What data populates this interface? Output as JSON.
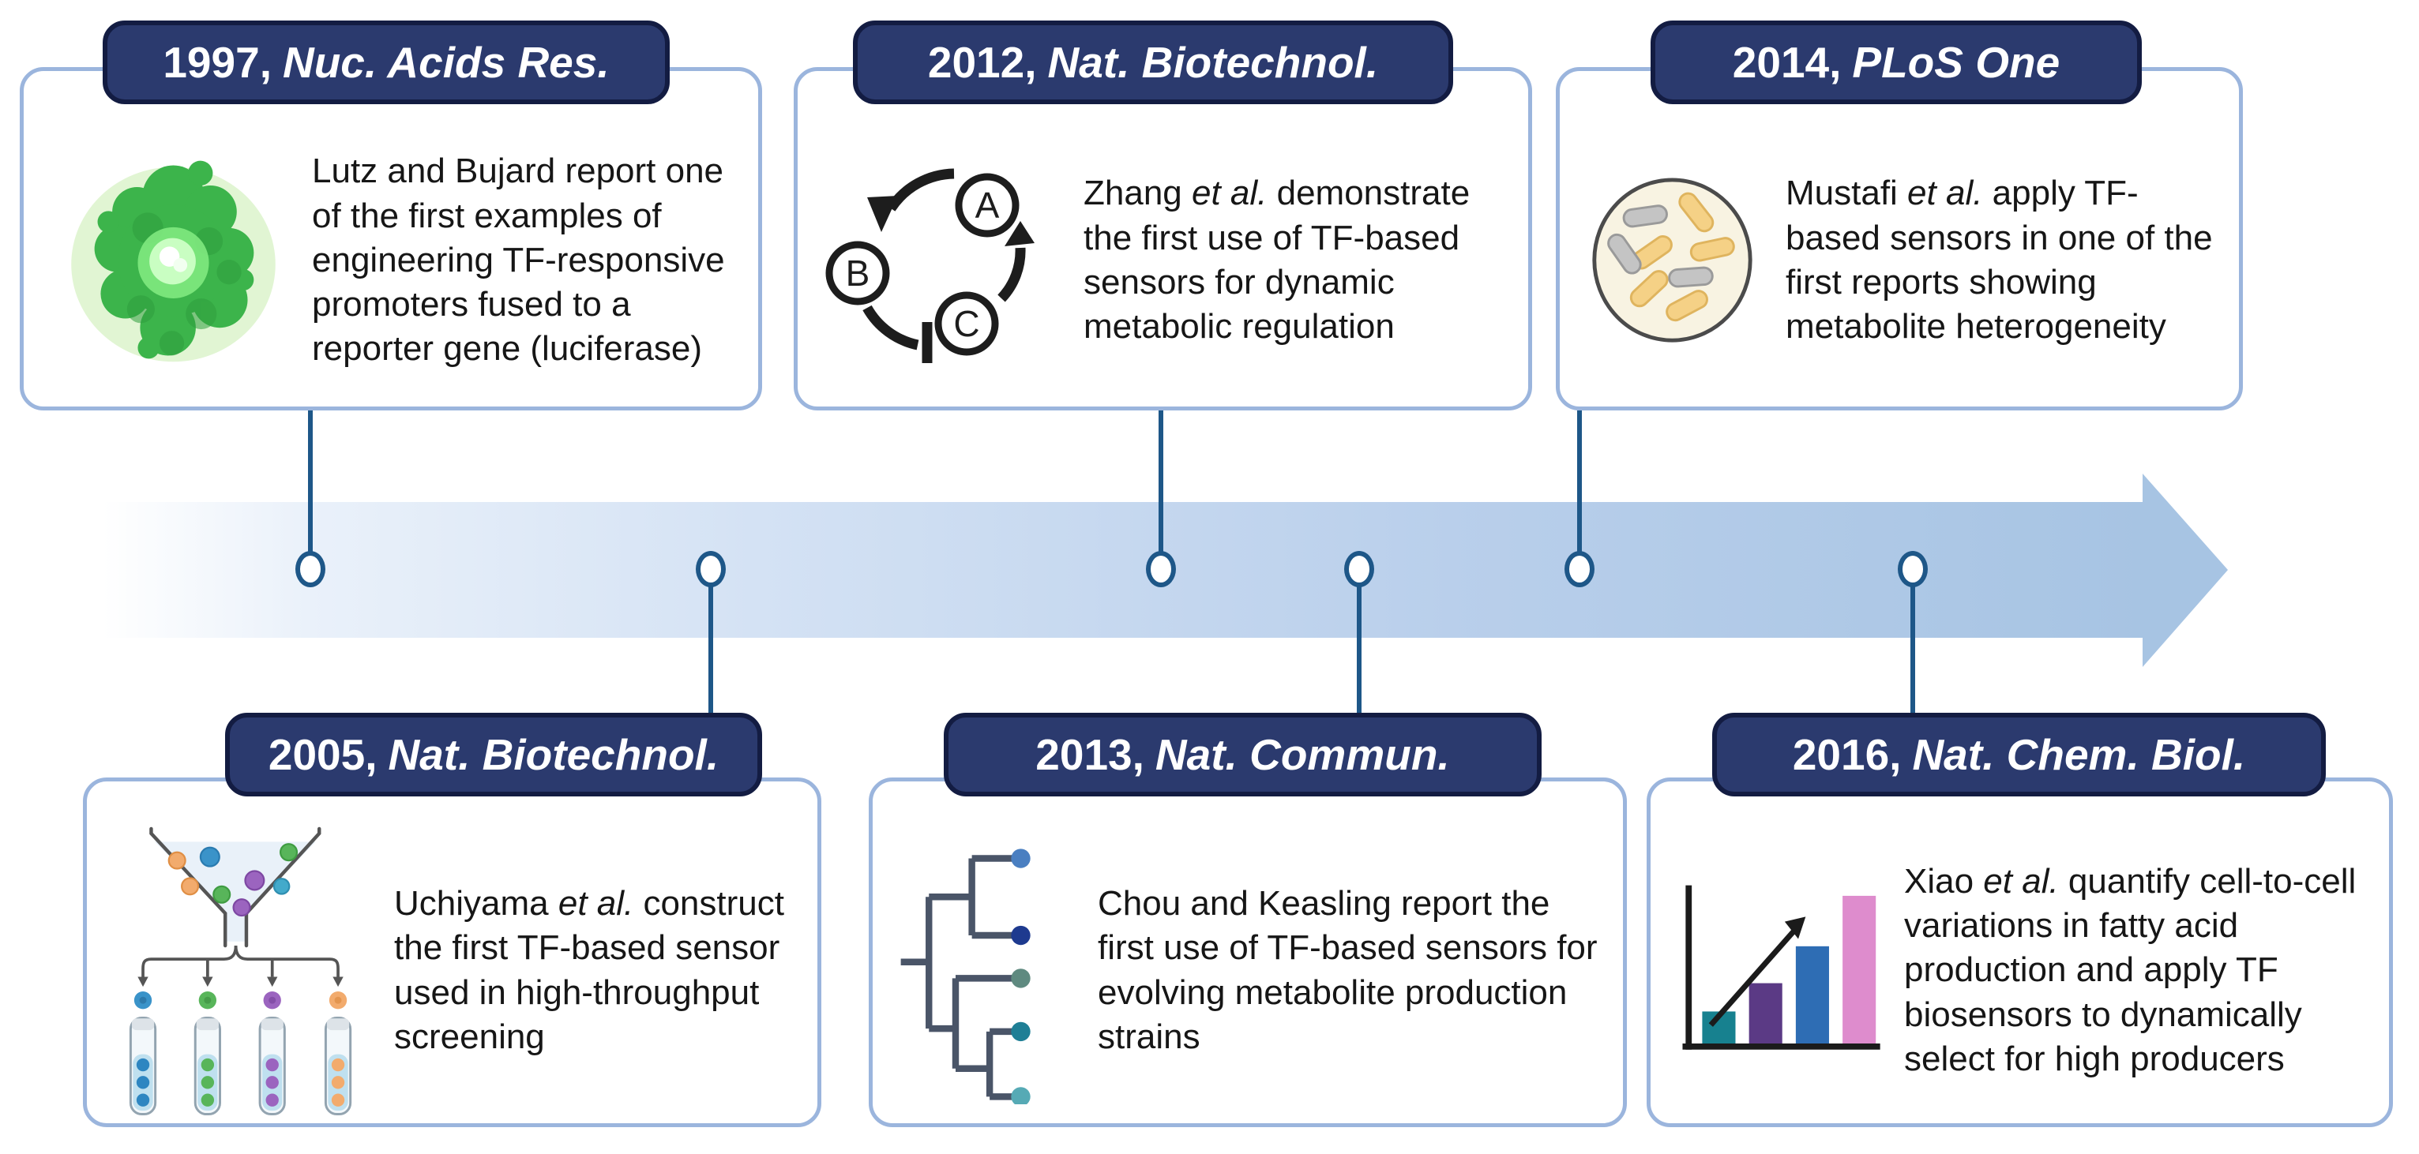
{
  "figure": {
    "type": "timeline",
    "direction": "left-to-right",
    "topic": "History of transcription-factor (TF)-based biosensors"
  },
  "colors": {
    "badge_navy": "#2b3a6e",
    "badge_border": "#131c42",
    "card_border": "#9bb5dd",
    "connector_blue": "#1e5788",
    "arrow_band_blue": "#a7c4e3",
    "body_text": "#161616"
  },
  "events": [
    {
      "row": "top",
      "year": "1997,",
      "journal": "Nuc. Acids Res.",
      "icon": "gfp-protein-icon",
      "description": [
        {
          "t": "Lutz and Bujard report one of the first examples of engineering TF-responsive promoters fused to a reporter gene (luciferase)"
        }
      ]
    },
    {
      "row": "top",
      "year": "2012,",
      "journal": "Nat. Biotechnol.",
      "icon": "feedback-loop-icon",
      "description": [
        {
          "t": "Zhang "
        },
        {
          "t": "et al.",
          "i": true
        },
        {
          "t": " demonstrate the first use of TF-based sensors for dynamic metabolic regulation"
        }
      ]
    },
    {
      "row": "top",
      "year": "2014,",
      "journal": "PLoS One",
      "icon": "petri-dish-icon",
      "description": [
        {
          "t": "Mustafi "
        },
        {
          "t": "et al.",
          "i": true
        },
        {
          "t": " apply TF-based sensors in one of the first reports showing metabolite heterogeneity"
        }
      ]
    },
    {
      "row": "bottom",
      "year": "2005,",
      "journal": "Nat. Biotechnol.",
      "icon": "screening-funnel-icon",
      "description": [
        {
          "t": "Uchiyama "
        },
        {
          "t": "et al.",
          "i": true
        },
        {
          "t": " construct the first TF-based sensor used in high-throughput screening"
        }
      ]
    },
    {
      "row": "bottom",
      "year": "2013,",
      "journal": "Nat. Commun.",
      "icon": "phylogenetic-tree-icon",
      "description": [
        {
          "t": "Chou and Keasling report the first use of TF-based sensors for evolving metabolite production strains"
        }
      ]
    },
    {
      "row": "bottom",
      "year": "2016,",
      "journal": "Nat. Chem. Biol.",
      "icon": "bar-chart-icon",
      "description": [
        {
          "t": "Xiao "
        },
        {
          "t": "et al.",
          "i": true
        },
        {
          "t": " quantify cell-to-cell variations in fatty acid production and apply TF biosensors to dynamically select for high producers"
        }
      ]
    }
  ]
}
